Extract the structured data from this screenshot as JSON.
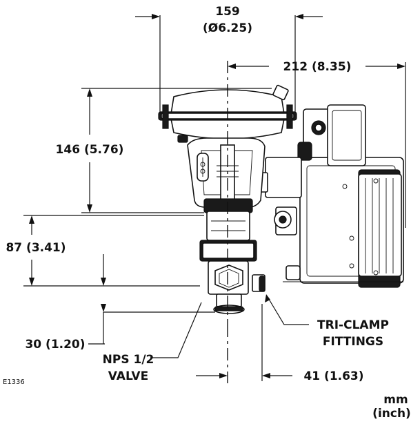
{
  "figure_id": "E1336",
  "units": {
    "primary": "mm",
    "secondary": "(inch)"
  },
  "dimensions": {
    "top_width": {
      "line1": "159",
      "line2": "(Ø6.25)"
    },
    "right_width": "212 (8.35)",
    "actuator_height": "146 (5.76)",
    "body_height": "87 (3.41)",
    "bottom_height": "30 (1.20)",
    "bottom_offset": "41 (1.63)"
  },
  "callouts": {
    "valve": {
      "line1": "NPS 1/2",
      "line2": "VALVE"
    },
    "fittings": {
      "line1": "TRI-CLAMP",
      "line2": "FITTINGS"
    }
  }
}
